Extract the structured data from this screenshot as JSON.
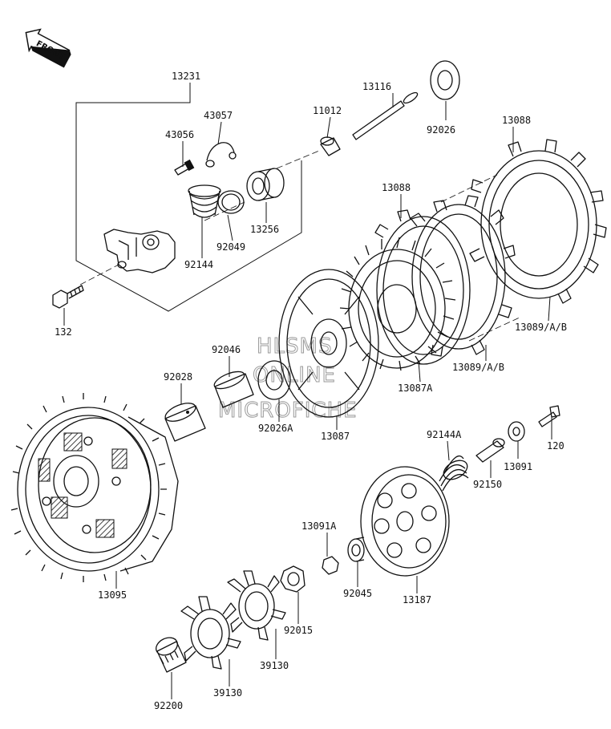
{
  "front_label": "FRONT",
  "watermark": [
    "HLSMS",
    "ONLINE",
    "MICROFICHE"
  ],
  "part_numbers": {
    "p13231": "13231",
    "p43057": "43057",
    "p43056": "43056",
    "p11012": "11012",
    "p13116": "13116",
    "p92026": "92026",
    "p13088a": "13088",
    "p13088b": "13088",
    "p13256": "13256",
    "p92049": "92049",
    "p92144": "92144",
    "p132": "132",
    "p13089a": "13089/A/B",
    "p13089b": "13089/A/B",
    "p13087a": "13087A",
    "p92046": "92046",
    "p92028": "92028",
    "p92026a": "92026A",
    "p13087": "13087",
    "p92144a": "92144A",
    "p120": "120",
    "p13091": "13091",
    "p92150": "92150",
    "p13095": "13095",
    "p13091a": "13091A",
    "p92045": "92045",
    "p13187": "13187",
    "p92015": "92015",
    "p39130a": "39130",
    "p39130b": "39130",
    "p92200": "92200"
  }
}
